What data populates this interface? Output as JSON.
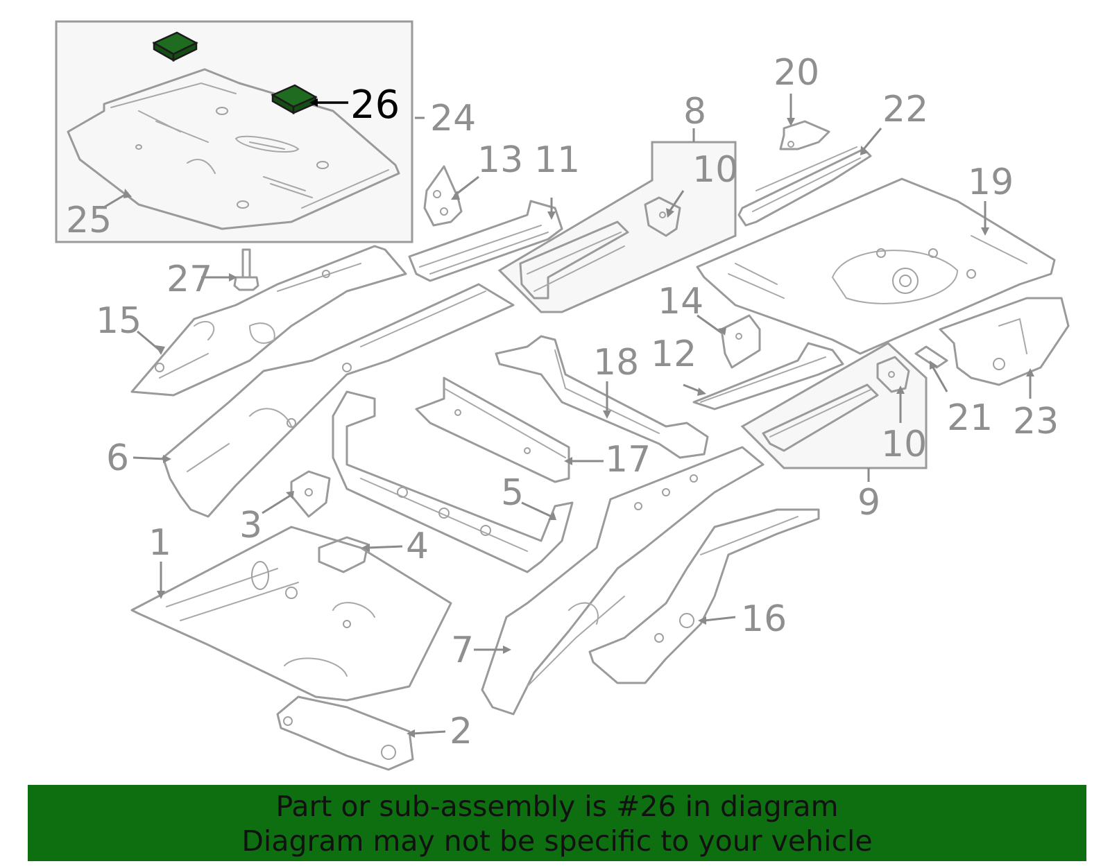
{
  "diagram": {
    "callouts": {
      "c1": "1",
      "c2": "2",
      "c3": "3",
      "c4": "4",
      "c5": "5",
      "c6": "6",
      "c7": "7",
      "c8": "8",
      "c9": "9",
      "c10a": "10",
      "c10b": "10",
      "c11": "11",
      "c12": "12",
      "c13": "13",
      "c14": "14",
      "c15": "15",
      "c16": "16",
      "c17": "17",
      "c18": "18",
      "c19": "19",
      "c20": "20",
      "c21": "21",
      "c22": "22",
      "c23": "23",
      "c24": "24",
      "c25": "25",
      "c26": "26",
      "c27": "27"
    },
    "highlight_part": "26",
    "colors": {
      "highlight_fill": "#1f6b1f",
      "line_gray": "#9a9a9a",
      "banner_green": "#0e6f10"
    }
  },
  "banner": {
    "line1": "Part or sub-assembly is #26 in diagram",
    "line2": "Diagram may not be specific to your vehicle"
  }
}
